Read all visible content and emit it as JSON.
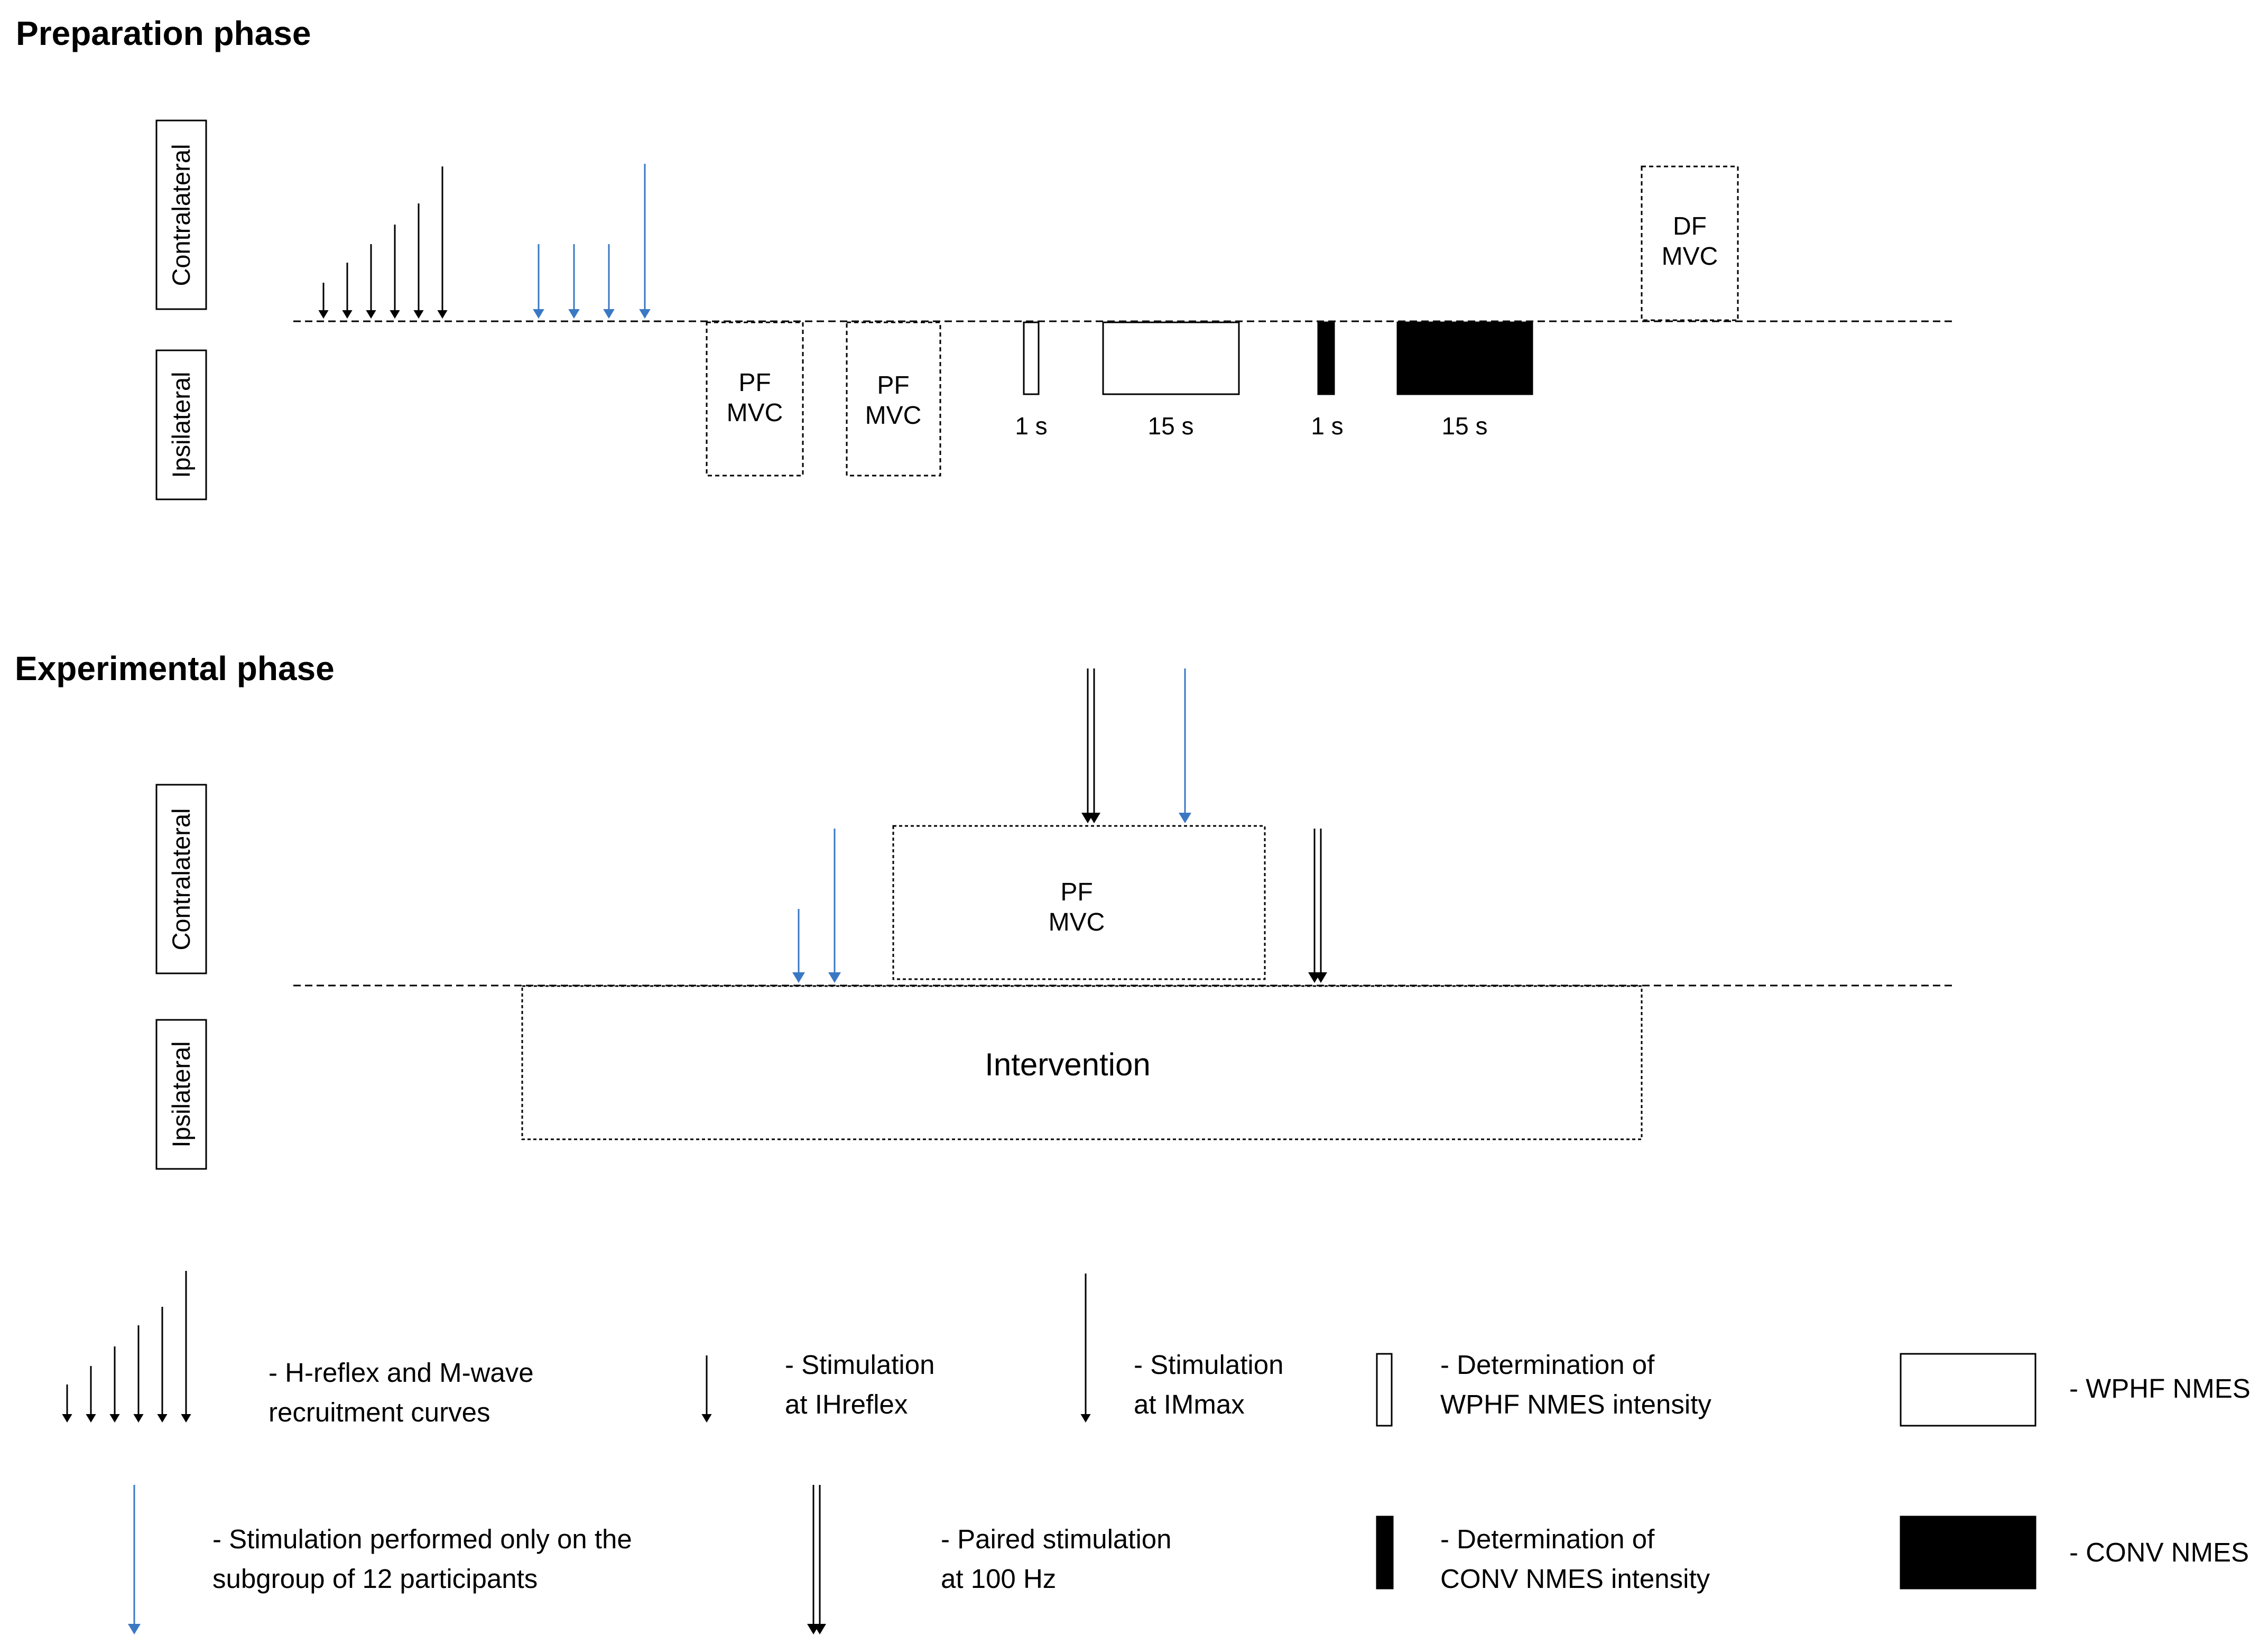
{
  "preparation": {
    "title": "Preparation phase",
    "contralateral": "Contralateral",
    "ipsilateral": "Ipsilateral",
    "pf_mvc_1": [
      "PF",
      "MVC"
    ],
    "pf_mvc_2": [
      "PF",
      "MVC"
    ],
    "df_mvc": [
      "DF",
      "MVC"
    ],
    "wphf_test_duration": "1 s",
    "wphf_nmes_duration": "15 s",
    "conv_test_duration": "1 s",
    "conv_nmes_duration": "15 s"
  },
  "experimental": {
    "title": "Experimental phase",
    "contralateral": "Contralateral",
    "ipsilateral": "Ipsilateral",
    "pf_mvc": [
      "PF",
      "MVC"
    ],
    "intervention": "Intervention"
  },
  "legend": {
    "recruitment": [
      "- H-reflex and M-wave",
      "recruitment curves"
    ],
    "ihreflex": [
      "- Stimulation",
      "at IHreflex"
    ],
    "immax": [
      "- Stimulation",
      "at IMmax"
    ],
    "wphf_determination": [
      "- Determination of",
      "WPHF NMES intensity"
    ],
    "wphf_nmes": "- WPHF NMES",
    "subgroup": [
      "- Stimulation performed only on the",
      "subgroup of 12 participants"
    ],
    "paired": [
      "- Paired stimulation",
      "at 100 Hz"
    ],
    "conv_determination": [
      "- Determination of",
      "CONV NMES intensity"
    ],
    "conv_nmes": "- CONV NMES"
  },
  "colors": {
    "black": "#000000",
    "blue_arrow": "#3a78c4"
  }
}
